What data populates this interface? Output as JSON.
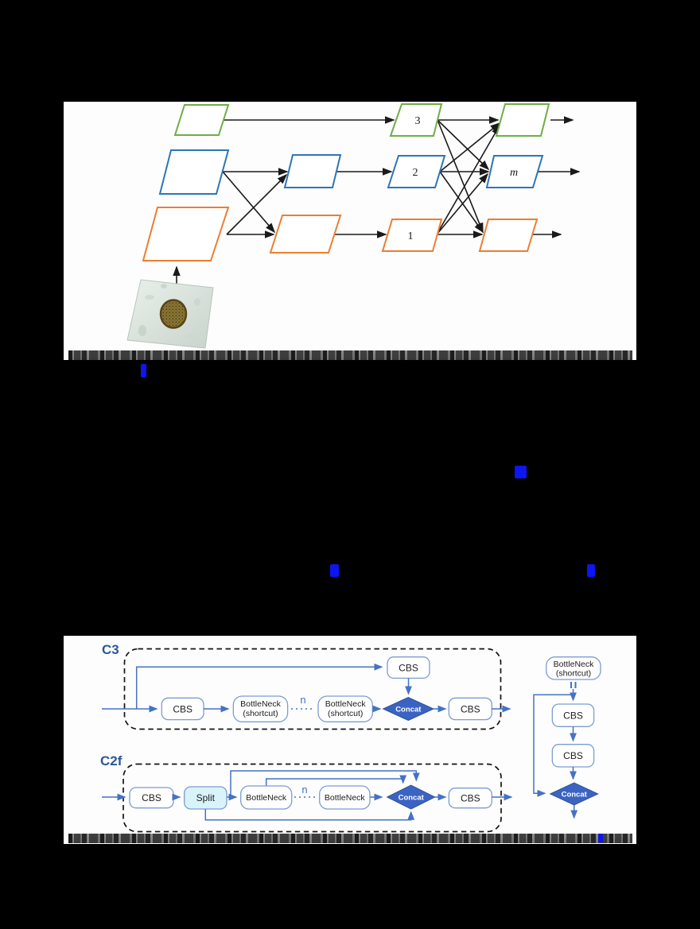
{
  "page": {
    "background": "#000000"
  },
  "pyramid_figure": {
    "levels": [
      {
        "label": "3",
        "color": "#70AD47"
      },
      {
        "label": "2",
        "color": "#2E75B6"
      },
      {
        "label": "1",
        "color": "#ED7D31"
      }
    ],
    "merged_label": "m",
    "arrow_color": "#1a1a1a",
    "input_image": "microscopy-cell-image"
  },
  "module_figure": {
    "c3_title": "C3",
    "c2f_title": "C2f",
    "labels": {
      "cbs": "CBS",
      "bottleneck": "BottleNeck",
      "shortcut": "(shortcut)",
      "split": "Split",
      "concat": "Concat",
      "n": "n"
    },
    "colors": {
      "line": "#4472C4",
      "concat_fill": "#3A63C4",
      "split_fill": "#D9F3FB",
      "title": "#2B579A"
    }
  },
  "citations": {
    "link_color": "#0D16EF",
    "count": 5
  }
}
